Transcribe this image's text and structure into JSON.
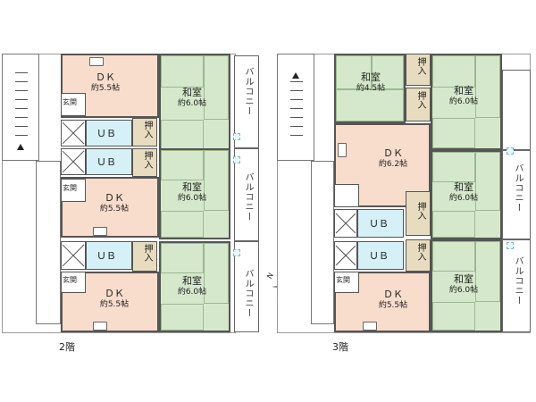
{
  "floors": [
    {
      "label": "2階"
    },
    {
      "label": "3階"
    }
  ],
  "rooms": {
    "dk": "ＤＫ",
    "dk_sizes": [
      "約5.5帖",
      "約5.5帖",
      "約5.5帖",
      "約6.2帖",
      "約5.5帖"
    ],
    "washitsu": "和室",
    "washitsu_sizes": [
      "約6.0帖",
      "約6.0帖",
      "約6.0帖",
      "約4.5帖",
      "約6.0帖",
      "約6.0帖",
      "約6.0帖"
    ],
    "ub": "ＵＢ",
    "oshiire": "押入",
    "genkan": "玄関",
    "balcony": "バルコニー"
  },
  "compass": {
    "north": "N"
  },
  "colors": {
    "dk": "#f8dccc",
    "washitsu": "#d5e8cc",
    "ub": "#d6f0f7",
    "oshiire": "#e8dcc0"
  }
}
